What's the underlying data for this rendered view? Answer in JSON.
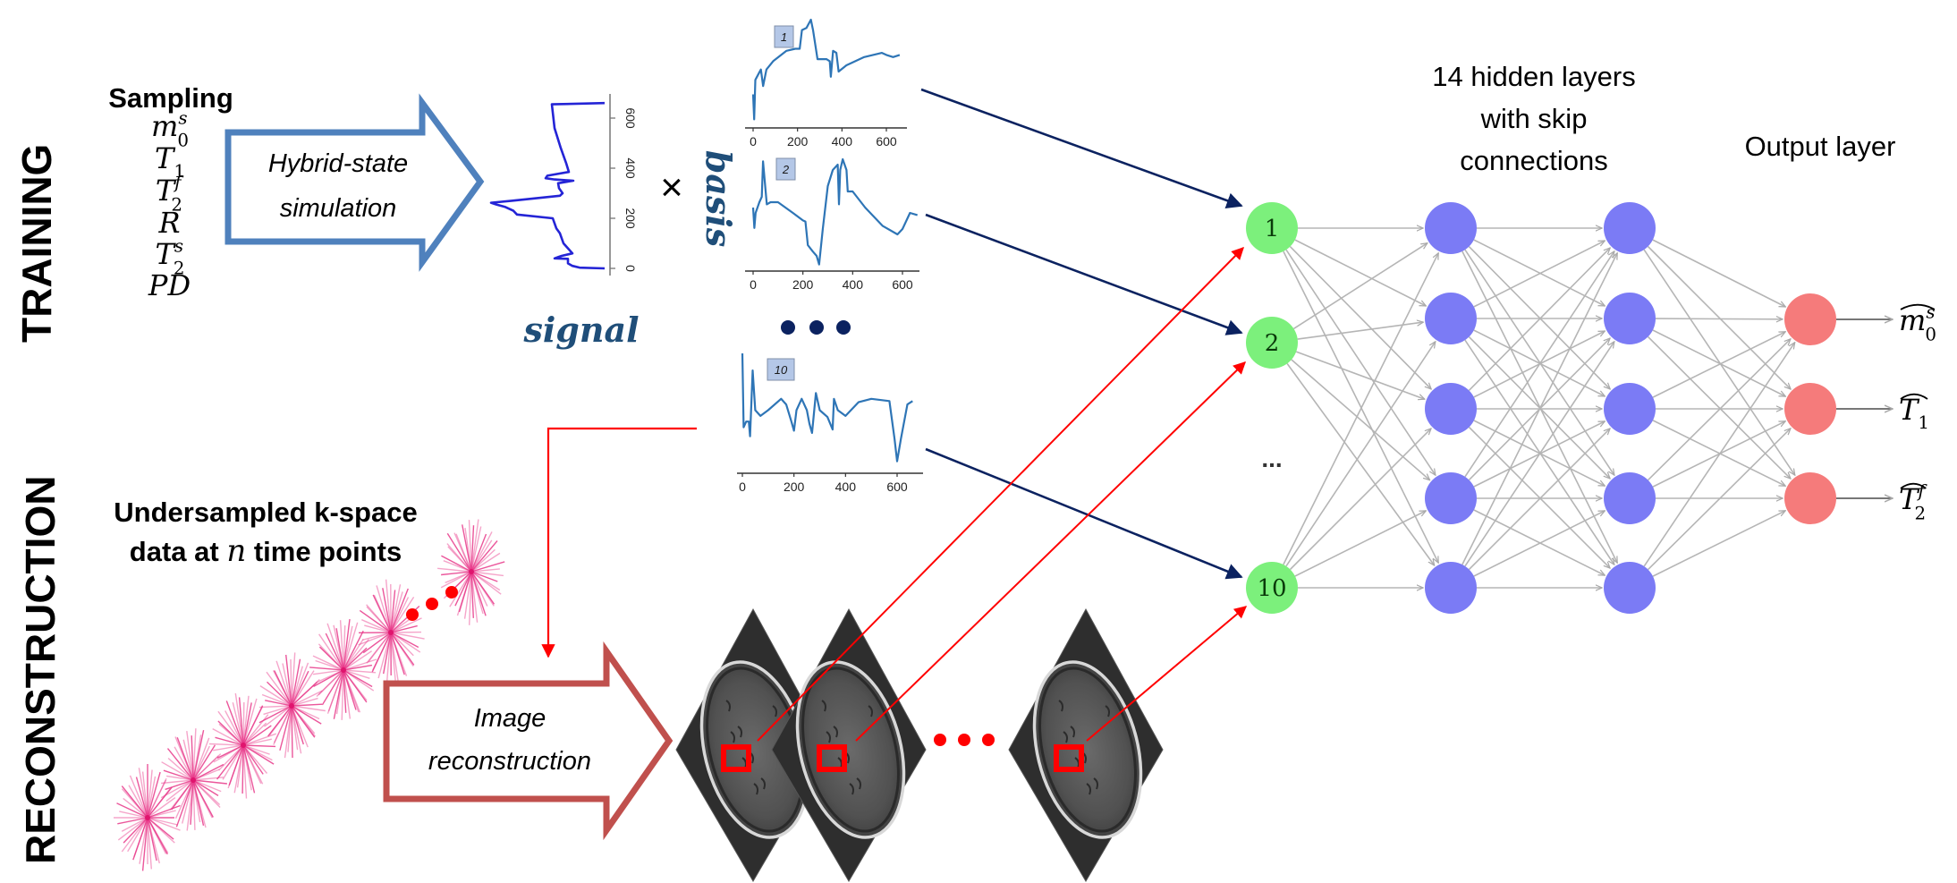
{
  "sections": {
    "training": "TRAINING",
    "reconstruction": "RECONSTRUCTION"
  },
  "sampling": {
    "title": "Sampling",
    "parameters": [
      {
        "base": "m",
        "sup": "s",
        "sub": "0"
      },
      {
        "base": "T",
        "sup": "",
        "sub": "1"
      },
      {
        "base": "T",
        "sup": "f",
        "sub": "2"
      },
      {
        "base": "R",
        "sup": "",
        "sub": ""
      },
      {
        "base": "T",
        "sup": "s",
        "sub": "2"
      },
      {
        "base": "PD",
        "sup": "",
        "sub": ""
      }
    ]
  },
  "training_arrow": {
    "line1": "Hybrid-state",
    "line2": "simulation",
    "color": "#4F81BD"
  },
  "signal": {
    "label": "signal",
    "axis_ticks": [
      "0",
      "200",
      "400",
      "600"
    ],
    "color": "#2424D6"
  },
  "multiply_symbol": "×",
  "basis": {
    "label": "basis",
    "ellipsis": "• • •",
    "plots": [
      {
        "id": "1",
        "ticks": [
          "0",
          "200",
          "400",
          "600"
        ]
      },
      {
        "id": "2",
        "ticks": [
          "0",
          "200",
          "400",
          "600"
        ]
      },
      {
        "id": "10",
        "ticks": [
          "0",
          "200",
          "400",
          "600"
        ]
      }
    ],
    "color": "#2E75B6"
  },
  "kspace": {
    "line1": "Undersampled k-space",
    "line2_pre": "data at ",
    "line2_var": "n",
    "line2_post": " time points",
    "count_shown": 7,
    "color": "#E8388A"
  },
  "recon_arrow": {
    "line1": "Image",
    "line2": "reconstruction",
    "color": "#C0504D"
  },
  "images": {
    "count_shown": 3,
    "roi_color": "#FF0000"
  },
  "network": {
    "hidden_title": [
      "14 hidden layers",
      "with skip",
      "connections"
    ],
    "output_title": "Output layer",
    "input_nodes": [
      "1",
      "2",
      "10"
    ],
    "input_ellipsis": "...",
    "hidden_layers_shown": 2,
    "hidden_nodes_per_layer": 5,
    "outputs": [
      {
        "base": "m",
        "sup": "s",
        "sub": "0"
      },
      {
        "base": "T",
        "sup": "",
        "sub": "1"
      },
      {
        "base": "T",
        "sup": "f",
        "sub": "2"
      }
    ],
    "colors": {
      "input": "#7CF07C",
      "hidden": "#7B7BF5",
      "output": "#F57B7B",
      "edge": "#B5B5B5"
    }
  }
}
